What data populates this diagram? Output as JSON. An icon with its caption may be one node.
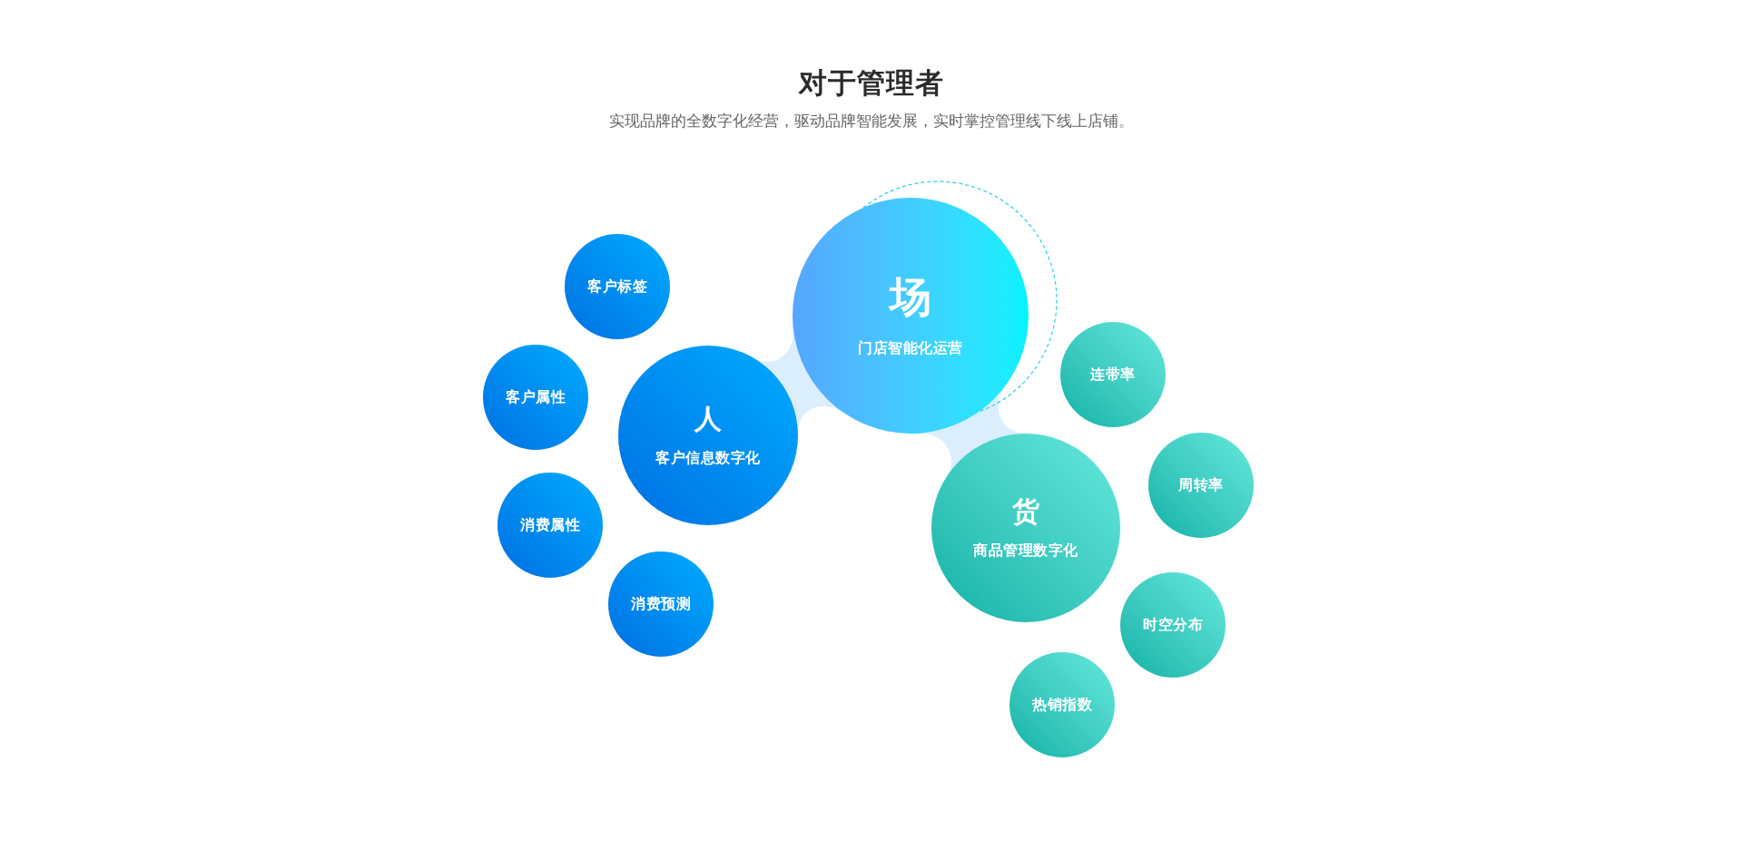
{
  "diagram": {
    "title": "对于管理者",
    "labels": [
      "实现品牌的全数字化经营，驱动品牌智能发展，实时掌控管理线下线上店铺。"
    ],
    "nodes": [
      {
        "text": [
          "人",
          "客户信息数字化"
        ]
      },
      {
        "text": [
          "客户标签"
        ]
      },
      {
        "text": [
          "客户属性"
        ]
      },
      {
        "text": [
          "消费属性"
        ]
      },
      {
        "text": [
          "消费预测"
        ]
      },
      {
        "text": [
          "场",
          "门店智能化运营"
        ]
      },
      {
        "text": [
          "货",
          "商品管理数字化"
        ]
      },
      {
        "text": [
          "连带率"
        ]
      },
      {
        "text": [
          "周转率"
        ]
      },
      {
        "text": [
          "时空分布"
        ]
      },
      {
        "text": [
          "热销指数"
        ]
      }
    ],
    "edges": [
      {
        "from": 0,
        "to": 5,
        "arrow": "none",
        "style": "thick"
      },
      {
        "from": 5,
        "to": 6,
        "arrow": "none",
        "style": "thick"
      }
    ]
  }
}
